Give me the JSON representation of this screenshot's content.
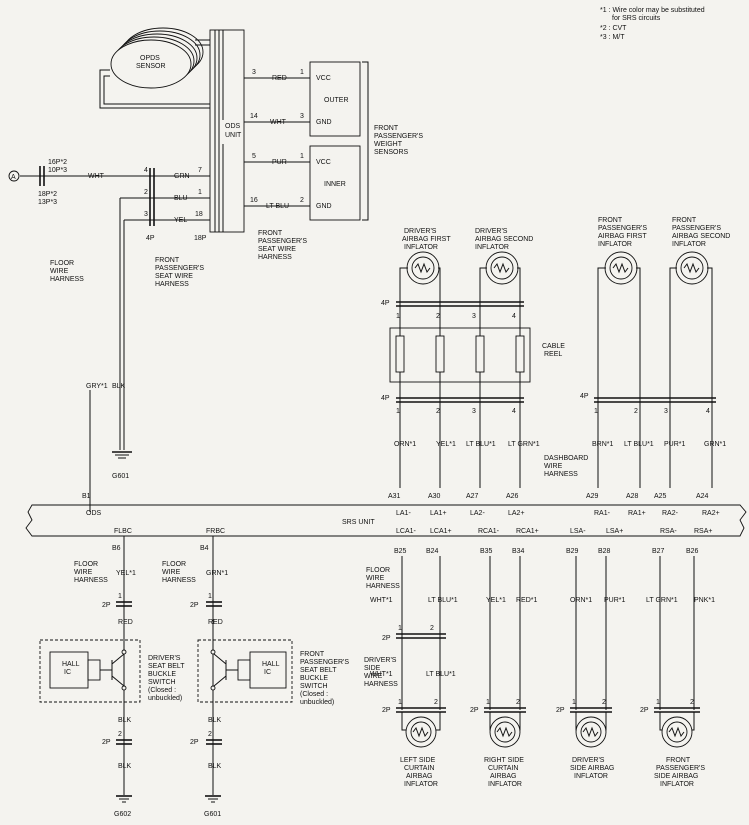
{
  "notes": {
    "n1": "*1 : Wire color may be substituted",
    "n1b": "for SRS circuits",
    "n2": "*2 : CVT",
    "n3": "*3 : M/T"
  },
  "ods": {
    "sensor": [
      "OPDS",
      "SENSOR"
    ],
    "unit": [
      "ODS",
      "UNIT"
    ],
    "outer": "OUTER",
    "inner": "INNER",
    "vcc": "VCC",
    "gnd": "GND",
    "weight": [
      "FRONT",
      "PASSENGER'S",
      "WEIGHT",
      "SENSORS"
    ],
    "seat_harness": [
      "FRONT",
      "PASSENGER'S",
      "SEAT WIRE",
      "HARNESS"
    ],
    "seat_harness2": [
      "FRONT",
      "PASSENGER'S",
      "SEAT WIRE",
      "HARNESS"
    ],
    "floor": [
      "FLOOR",
      "WIRE",
      "HARNESS"
    ],
    "wires": {
      "red": "RED",
      "wht": "WHT",
      "pur": "PUR",
      "ltblu": "LT BLU",
      "grn": "GRN",
      "blu": "BLU",
      "yel": "YEL",
      "wht2": "WHT"
    },
    "pins": {
      "p3": "3",
      "p14": "14",
      "p5": "5",
      "p16": "16",
      "p7": "7",
      "p1": "1",
      "p18": "18",
      "p4": "4",
      "pa1": "1",
      "pa3": "3",
      "pb1": "1",
      "pb2": "2",
      "p3b": "3"
    },
    "conn": {
      "c16": "16P*2",
      "c10": "10P*3",
      "c18": "18P*2",
      "c13": "13P*3",
      "c4p": "4P",
      "c18p": "18P"
    },
    "a_label": "A",
    "gry": "GRY*1",
    "blk": "BLK",
    "g601": "G601"
  },
  "srs": {
    "unit": "SRS UNIT",
    "top_labels": [
      "ODS",
      "LA1-",
      "LA1+",
      "LA2-",
      "LA2+",
      "RA1-",
      "RA1+",
      "RA2-",
      "RA2+"
    ],
    "top_pins": [
      "B1",
      "A31",
      "A30",
      "A27",
      "A26",
      "A29",
      "A28",
      "A25",
      "A24"
    ],
    "bottom_labels": [
      "FLBC",
      "FRBC",
      "LCA1-",
      "LCA1+",
      "RCA1-",
      "RCA1+",
      "LSA-",
      "LSA+",
      "RSA-",
      "RSA+"
    ],
    "bottom_pins": [
      "B6",
      "B4",
      "B25",
      "B24",
      "B35",
      "B34",
      "B29",
      "B28",
      "B27",
      "B26"
    ]
  },
  "airbags": {
    "driver_first": [
      "DRIVER'S",
      "AIRBAG FIRST",
      "INFLATOR"
    ],
    "driver_second": [
      "DRIVER'S",
      "AIRBAG SECOND",
      "INFLATOR"
    ],
    "pass_first": [
      "FRONT",
      "PASSENGER'S",
      "AIRBAG FIRST",
      "INFLATOR"
    ],
    "pass_second": [
      "FRONT",
      "PASSENGER'S",
      "AIRBAG SECOND",
      "INFLATOR"
    ],
    "cable_reel": [
      "CABLE",
      "REEL"
    ],
    "c4p": "4P",
    "c4p2": "4P",
    "c4p3": "4P",
    "pins4": [
      "1",
      "2",
      "3",
      "4"
    ],
    "wires_left": [
      "ORN*1",
      "YEL*1",
      "LT BLU*1",
      "LT GRN*1"
    ],
    "wires_right": [
      "BRN*1",
      "LT BLU*1",
      "PUR*1",
      "GRN*1"
    ],
    "dash": [
      "DASHBOARD",
      "WIRE",
      "HARNESS"
    ]
  },
  "buckles": {
    "floor1": [
      "FLOOR",
      "WIRE",
      "HARNESS"
    ],
    "floor2": [
      "FLOOR",
      "WIRE",
      "HARNESS"
    ],
    "yel": "YEL*1",
    "grn": "GRN*1",
    "red": "RED",
    "red2": "RED",
    "blk": "BLK",
    "blk2": "BLK",
    "blk3": "BLK",
    "blk4": "BLK",
    "c2p": "2P",
    "hall": [
      "HALL",
      "IC"
    ],
    "driver": [
      "DRIVER'S",
      "SEAT BELT",
      "BUCKLE",
      "SWITCH",
      "(Closed :",
      "unbuckled)"
    ],
    "pass": [
      "FRONT",
      "PASSENGER'S",
      "SEAT BELT",
      "BUCKLE",
      "SWITCH",
      "(Closed :",
      "unbuckled)"
    ],
    "g602": "G602",
    "g601": "G601",
    "p1": "1",
    "p2": "2"
  },
  "side": {
    "floor": [
      "FLOOR",
      "WIRE",
      "HARNESS"
    ],
    "dside": [
      "DRIVER'S",
      "SIDE",
      "WIRE",
      "HARNESS"
    ],
    "wires": [
      "WHT*1",
      "LT BLU*1",
      "YEL*1",
      "RED*1",
      "ORN*1",
      "PUR*1",
      "LT GRN*1",
      "PNK*1"
    ],
    "wires2": [
      "WHT*1",
      "LT BLU*1"
    ],
    "c2p": "2P",
    "lcurtain": [
      "LEFT SIDE",
      "CURTAIN",
      "AIRBAG",
      "INFLATOR"
    ],
    "rcurtain": [
      "RIGHT SIDE",
      "CURTAIN",
      "AIRBAG",
      "INFLATOR"
    ],
    "dside_ab": [
      "DRIVER'S",
      "SIDE AIRBAG",
      "INFLATOR"
    ],
    "pside_ab": [
      "FRONT",
      "PASSENGER'S",
      "SIDE AIRBAG",
      "INFLATOR"
    ]
  }
}
